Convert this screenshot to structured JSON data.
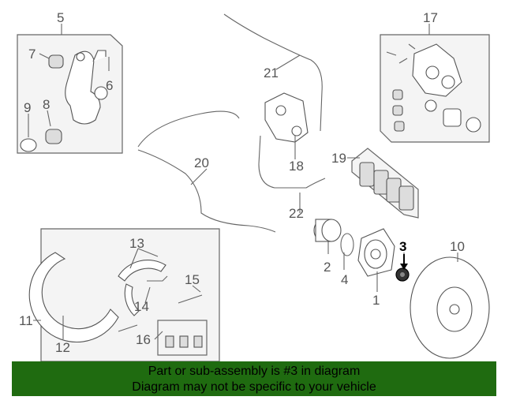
{
  "diagram": {
    "callouts": [
      "1",
      "2",
      "3",
      "4",
      "5",
      "6",
      "7",
      "8",
      "9",
      "10",
      "11",
      "12",
      "13",
      "14",
      "15",
      "16",
      "17",
      "18",
      "19",
      "20",
      "21",
      "22"
    ],
    "highlighted_callout": "3"
  },
  "footer": {
    "line1": "Part or sub-assembly is #3 in diagram",
    "line2": "Diagram may not be specific to your vehicle"
  },
  "colors": {
    "footer_bg": "#1f6b10",
    "highlight": "#000000",
    "line": "#666666"
  }
}
